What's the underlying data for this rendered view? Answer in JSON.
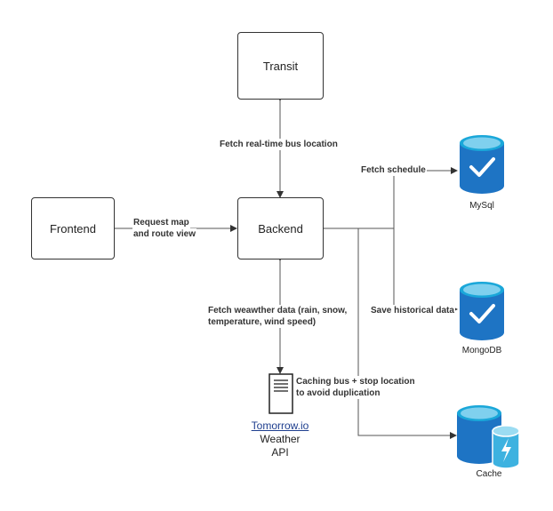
{
  "nodes": {
    "transit": "Transit",
    "frontend": "Frontend",
    "backend": "Backend",
    "mysql": "MySql",
    "mongodb": "MongoDB",
    "cache": "Cache",
    "api_link": "Tomorrow.io",
    "api_line2": "Weather",
    "api_line3": "API"
  },
  "edges": {
    "fetch_bus": "Fetch real-time bus location",
    "request_map_1": "Request map",
    "request_map_2": "and route view",
    "fetch_schedule": "Fetch schedule",
    "save_historical": "Save historical data",
    "weather_1": "Fetch weawther data (rain, snow,",
    "weather_2": "temperature, wind speed)",
    "caching_1": "Caching bus + stop location",
    "caching_2": "to avoid duplication"
  },
  "colors": {
    "db_blue": "#1e74c4",
    "db_top": "#7fd0ee",
    "db_rim": "#1aa7d9",
    "cache_accent": "#3db2e0"
  },
  "icons": [
    "checkmark-icon",
    "lightning-icon",
    "server-document-icon"
  ]
}
